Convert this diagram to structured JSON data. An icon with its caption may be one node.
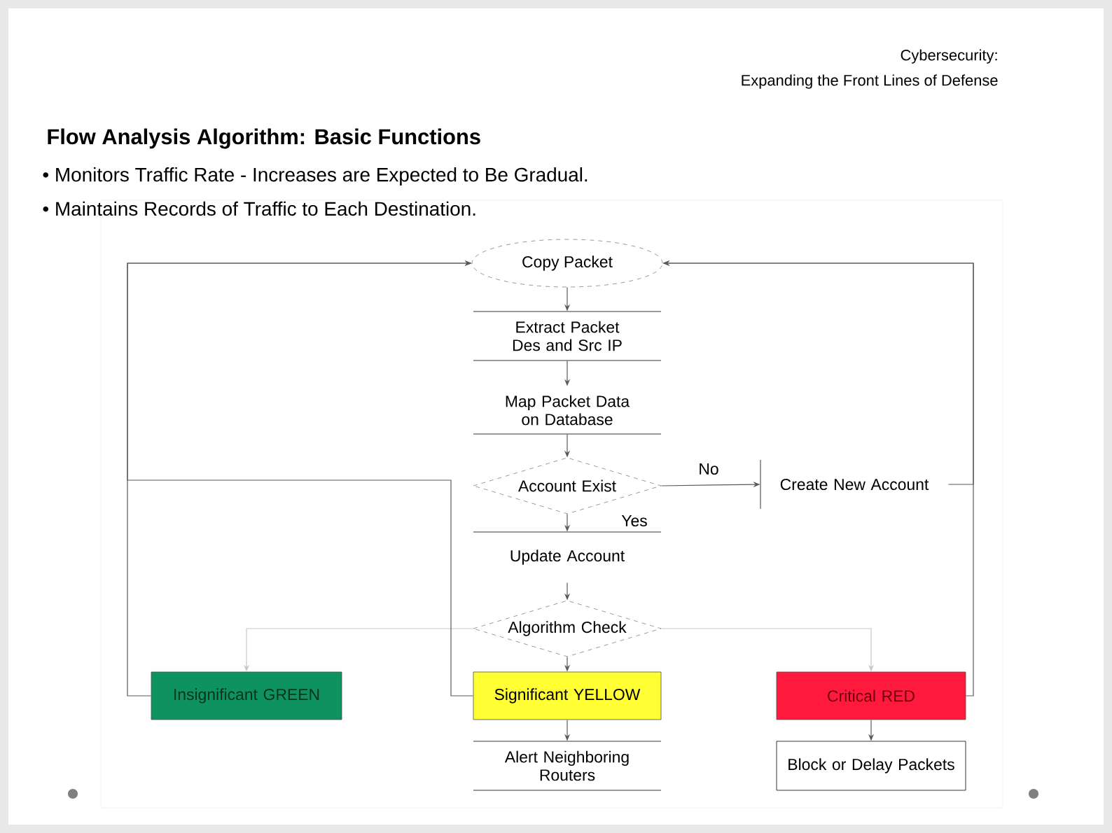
{
  "diagram": {
    "title": "Flow Analysis Algorithm: Basic Functions",
    "nodes": [
      {
        "text": [
          "Copy Packet"
        ]
      },
      {
        "text": [
          "Extract Packet Des and Src IP"
        ]
      },
      {
        "text": [
          "Map Packet Data on Database"
        ]
      },
      {
        "text": [
          "Account Exist"
        ]
      },
      {
        "text": [
          "Create New Account"
        ]
      },
      {
        "text": [
          "Update Account"
        ]
      },
      {
        "text": [
          "Algorithm Check"
        ]
      },
      {
        "text": [
          "Insignificant GREEN"
        ]
      },
      {
        "text": [
          "Significant YELLOW"
        ]
      },
      {
        "text": [
          "Critical RED"
        ]
      },
      {
        "text": [
          "Alert Neighboring Routers"
        ]
      },
      {
        "text": [
          "Block or Delay Packets"
        ]
      }
    ],
    "edges": [
      {
        "from": 0,
        "to": 1,
        "arrow": "to"
      },
      {
        "from": 1,
        "to": 2,
        "arrow": "to"
      },
      {
        "from": 2,
        "to": 3,
        "arrow": "to"
      },
      {
        "from": 3,
        "to": 4,
        "arrow": "to",
        "label": "No"
      },
      {
        "from": 3,
        "to": 5,
        "arrow": "to",
        "label": "Yes"
      },
      {
        "from": 5,
        "to": 6,
        "arrow": "to"
      },
      {
        "from": 6,
        "to": 7,
        "arrow": "to",
        "color": "#c8c8c8"
      },
      {
        "from": 6,
        "to": 8,
        "arrow": "to"
      },
      {
        "from": 6,
        "to": 9,
        "arrow": "to",
        "color": "#c8c8c8"
      },
      {
        "from": 7,
        "to": 0,
        "arrow": "to"
      },
      {
        "from": 8,
        "to": 0,
        "arrow": "to"
      },
      {
        "from": 4,
        "to": 0,
        "arrow": "to"
      },
      {
        "from": 9,
        "to": 0,
        "arrow": "to"
      },
      {
        "from": 8,
        "to": 10,
        "arrow": "to"
      },
      {
        "from": 9,
        "to": 11,
        "arrow": "to"
      }
    ],
    "labels": [
      "Cybersecurity:",
      "Expanding the Front Lines of Defense",
      "• Monitors Traffic Rate -   Increases are Expected to Be Gradual.",
      "• Maintains Records of Traffic to Each Destination."
    ]
  }
}
